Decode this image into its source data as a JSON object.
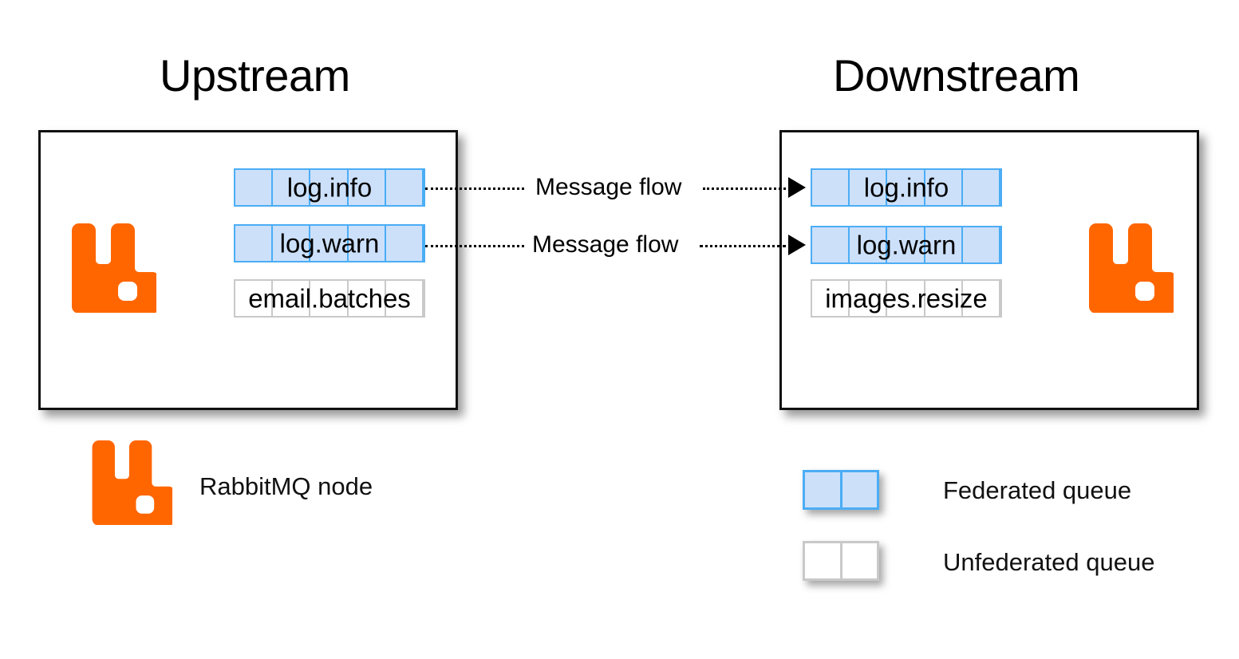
{
  "diagram": {
    "title_upstream": "Upstream",
    "title_downstream": "Downstream",
    "colors": {
      "rabbitmq_orange": "#FF6600",
      "federated_border": "#4BADF5",
      "federated_fill": "#CCE0FA",
      "unfederated_border": "#C9C9C9",
      "unfederated_fill": "#FFFFFF",
      "node_border": "#111111",
      "background": "#FFFFFF"
    }
  },
  "upstream": {
    "label": "Upstream",
    "node_icon": "rabbitmq-logo",
    "queues": [
      {
        "name": "log.info",
        "federated": true,
        "cells": 5
      },
      {
        "name": "log.warn",
        "federated": true,
        "cells": 5
      },
      {
        "name": "email.batches",
        "federated": false,
        "cells": 5
      }
    ]
  },
  "downstream": {
    "label": "Downstream",
    "node_icon": "rabbitmq-logo",
    "queues": [
      {
        "name": "log.info",
        "federated": true,
        "cells": 5
      },
      {
        "name": "log.warn",
        "federated": true,
        "cells": 5
      },
      {
        "name": "images.resize",
        "federated": false,
        "cells": 5
      }
    ]
  },
  "flows": [
    {
      "label": "Message flow",
      "from": "log.info",
      "to": "log.info",
      "direction": "upstream-to-downstream"
    },
    {
      "label": "Message flow",
      "from": "log.warn",
      "to": "log.warn",
      "direction": "upstream-to-downstream"
    }
  ],
  "legend": {
    "items": [
      {
        "label": "RabbitMQ node",
        "swatch": "rabbitmq-logo"
      },
      {
        "label": "Federated queue",
        "swatch": "federated-queue"
      },
      {
        "label": "Unfederated queue",
        "swatch": "unfederated-queue"
      }
    ]
  }
}
